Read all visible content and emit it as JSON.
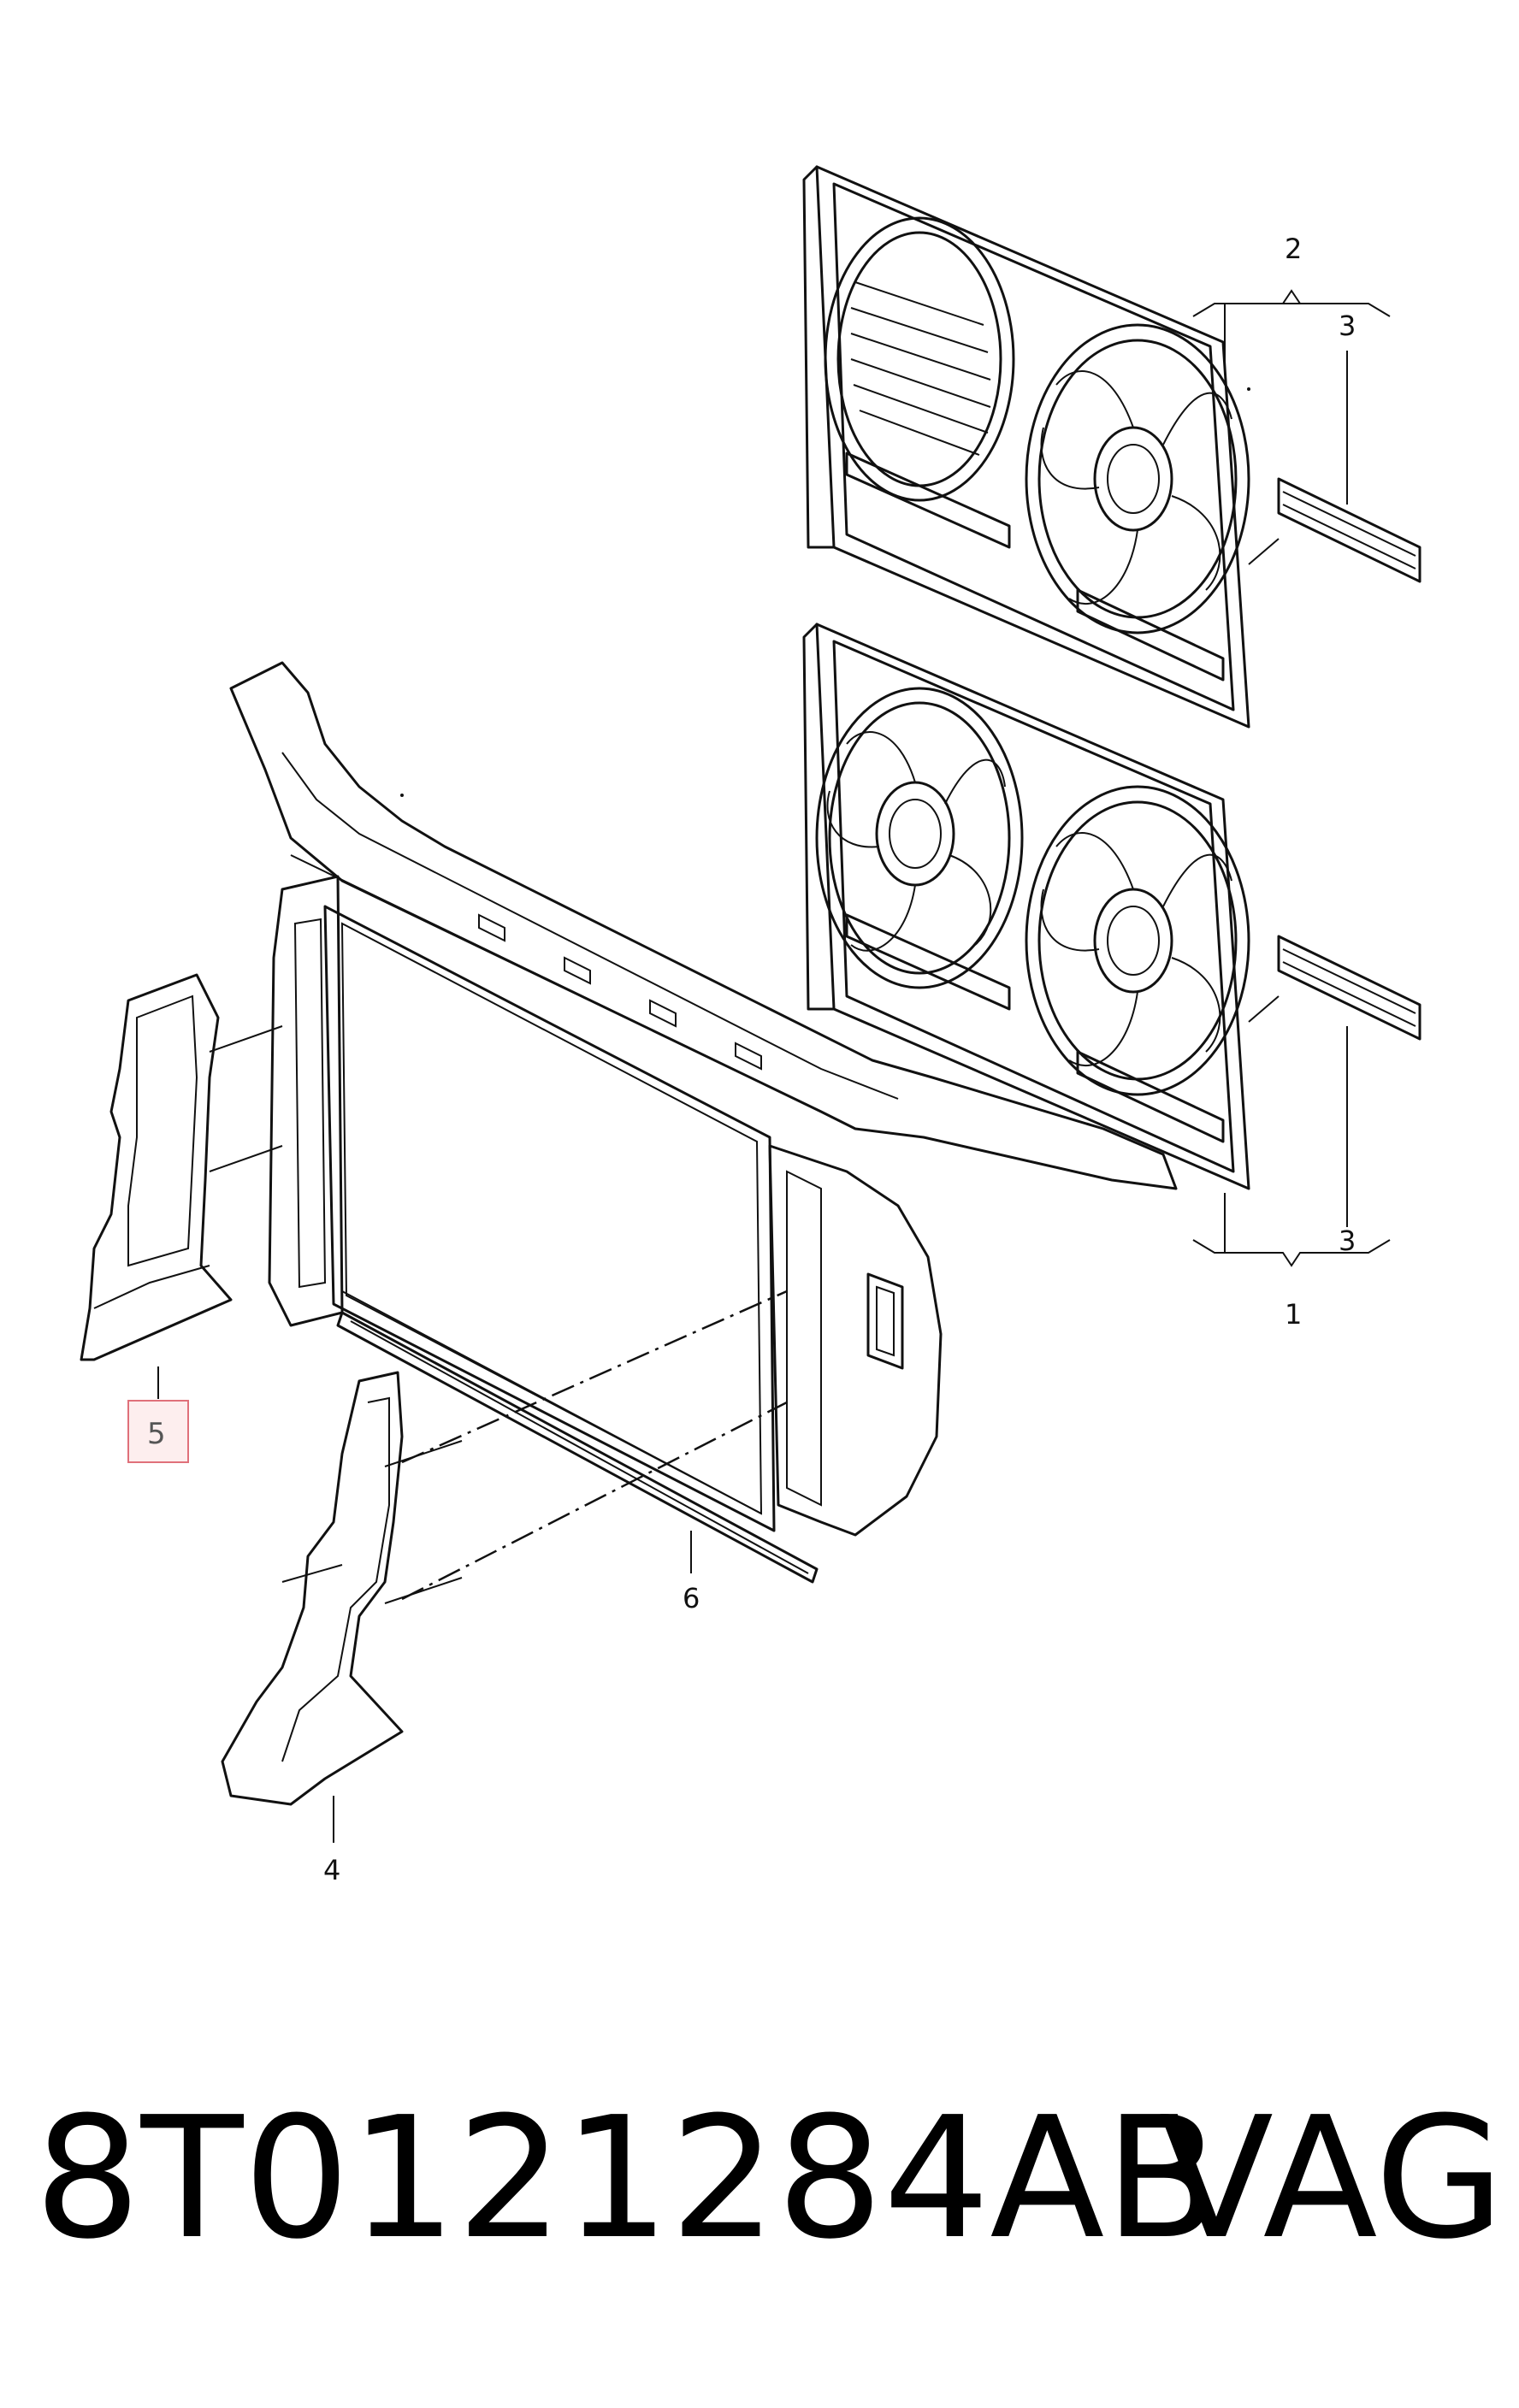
{
  "callouts": {
    "c1": "1",
    "c2": "2",
    "c3_top": "3",
    "c3_bottom": "3",
    "c4": "4",
    "c5": "5",
    "c6": "6"
  },
  "caption": {
    "part_number": "8T0121284AB",
    "brand": "VAG"
  },
  "colors": {
    "highlight_box": "#e0707a",
    "highlight_fill": "#fdeeee",
    "line": "#111111"
  }
}
